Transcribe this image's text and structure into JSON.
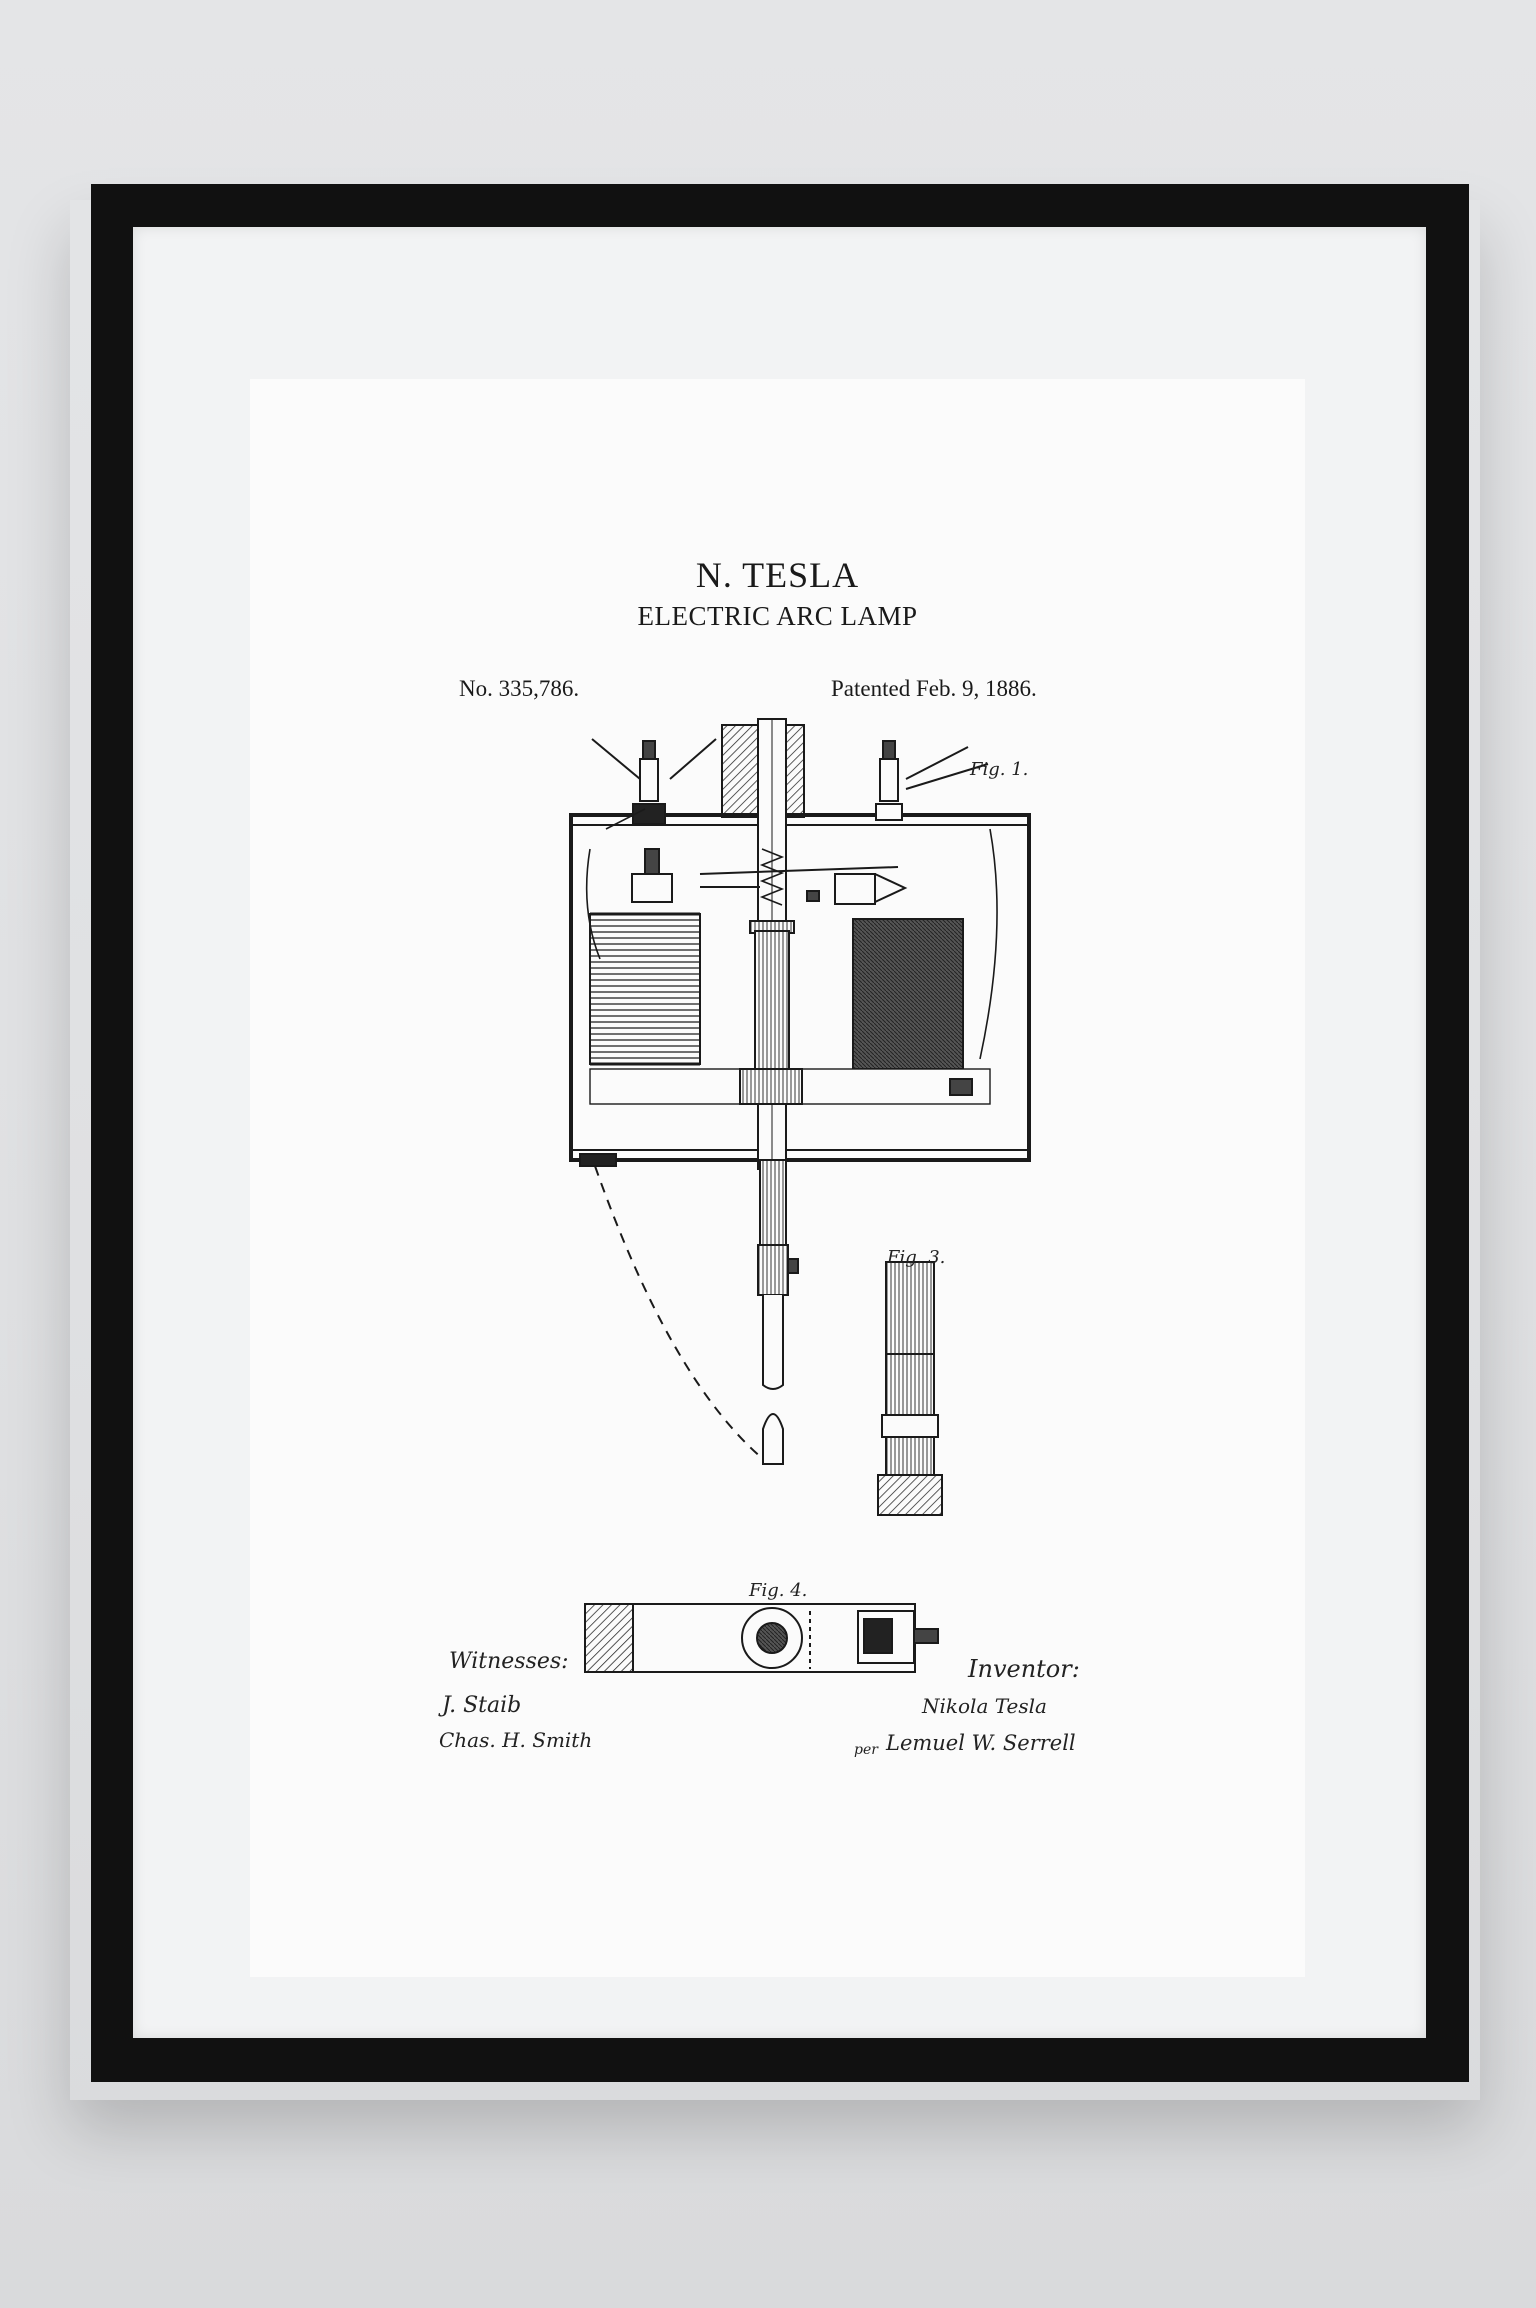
{
  "poster": {
    "title": "N. TESLA",
    "subtitle": "ELECTRIC ARC LAMP",
    "patent_number": "No. 335,786.",
    "patent_date": "Patented Feb. 9, 1886."
  },
  "figures": {
    "fig1": "Fig. 1.",
    "fig3": "Fig. 3.",
    "fig4": "Fig. 4."
  },
  "witnesses": {
    "label": "Witnesses:",
    "names": [
      "J. Staib",
      "Chas. H. Smith"
    ]
  },
  "inventor": {
    "label": "Inventor:",
    "name": "Nikola Tesla",
    "per": "per",
    "attorney": "Lemuel W. Serrell"
  },
  "colors": {
    "frame": "#111111",
    "mat": "#f2f3f4",
    "paper": "#fbfbfb",
    "ink": "#1a1a1a"
  }
}
